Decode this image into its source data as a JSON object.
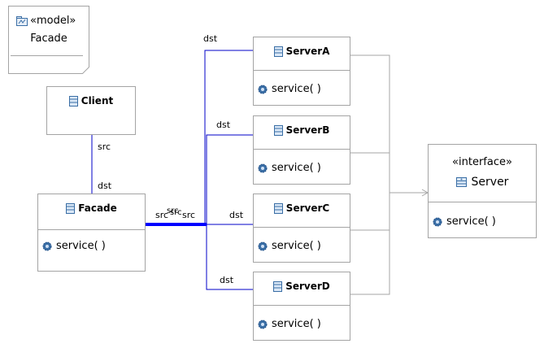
{
  "note": {
    "stereotype": "«model»",
    "name": "Facade",
    "icon": "model-package-icon"
  },
  "classes": {
    "client": {
      "name": "Client"
    },
    "facade": {
      "name": "Facade",
      "operation": "service(  )"
    },
    "serverA": {
      "name": "ServerA",
      "operation": "service(  )"
    },
    "serverB": {
      "name": "ServerB",
      "operation": "service(  )"
    },
    "serverC": {
      "name": "ServerC",
      "operation": "service(  )"
    },
    "serverD": {
      "name": "ServerD",
      "operation": "service(  )"
    }
  },
  "interface": {
    "stereotype": "«interface»",
    "name": "Server",
    "operation": "service(  )"
  },
  "labels": {
    "client_src": "src",
    "facade_dst": "dst",
    "serverA_dst": "dst",
    "serverB_dst": "dst",
    "serverC_dst": "dst",
    "serverD_dst": "dst",
    "facade_src_1": "src",
    "facade_src_2": "src",
    "facade_src_3": "src",
    "facade_src_4": "src"
  },
  "colors": {
    "association": "#0000c8",
    "realization": "#a4a4a4",
    "border": "#a4a4a4"
  }
}
